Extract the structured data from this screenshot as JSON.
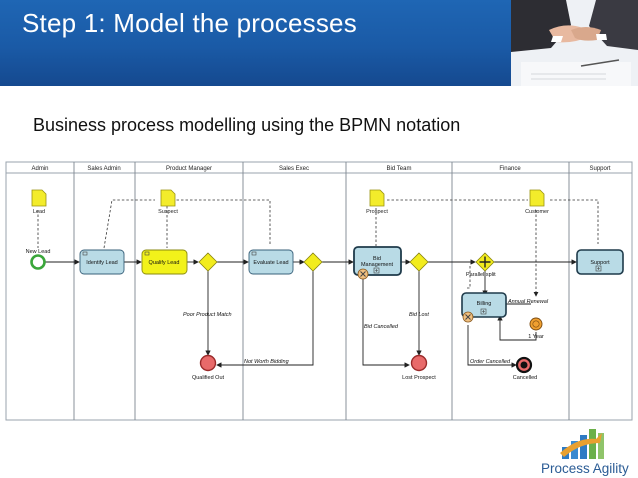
{
  "slide": {
    "title": "Step 1: Model the processes",
    "subtitle": "Business process modelling using the BPMN notation"
  },
  "lanes": [
    "Admin",
    "Sales Admin",
    "Product Manager",
    "Sales Exec",
    "Bid Team",
    "Finance",
    "Support"
  ],
  "data_objects": [
    "Lead",
    "Suspect",
    "Prospect",
    "Customer"
  ],
  "tasks": [
    "Identify Lead",
    "Qualify Lead",
    "Evaluate Lead",
    "Bid Management",
    "Support",
    "Billing"
  ],
  "gateways": [
    "Parallel split"
  ],
  "events": [
    "New Lead",
    "Qualified Out",
    "Lost Prospect",
    "Cancelled",
    "1 Year"
  ],
  "flow_labels": [
    "Poor Product Match",
    "Not Worth Bidding",
    "Bid Lost",
    "Bid Cancelled",
    "Annual Renewal",
    "Order Cancelled"
  ],
  "logo": {
    "name": "Process Agility"
  },
  "colors": {
    "banner": "#1a5aa6",
    "task_blue": "#b9dbe6",
    "task_yellow": "#f2f21a",
    "data_object": "#f3ec2b",
    "start_event": "#3aa63a",
    "end_event": "#e86a6a",
    "gateway": "#f2ec1d",
    "timer": "#f0a030"
  }
}
